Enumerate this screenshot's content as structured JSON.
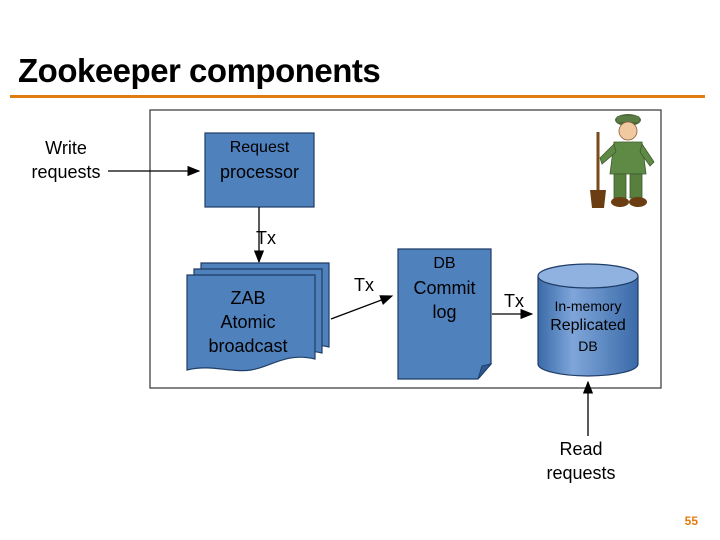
{
  "slide": {
    "title": "Zookeeper components",
    "page_number": "55",
    "accent_color": "#e07b10"
  },
  "diagram": {
    "write_requests": "Write requests",
    "request_processor": {
      "line1": "Request",
      "line2": "processor"
    },
    "tx_top": "Tx",
    "zab": {
      "line1": "ZAB",
      "line2": "Atomic",
      "line3": "broadcast"
    },
    "tx_middle": "Tx",
    "commit_log": {
      "line1": "DB",
      "line2": "Commit",
      "line3": "log"
    },
    "tx_right": "Tx",
    "replicated_db": {
      "line1": "In-memory",
      "line2": "Replicated",
      "line3": "DB"
    },
    "read_requests": {
      "line1": "Read",
      "line2": "requests"
    },
    "colors": {
      "box_fill": "#4f81bd",
      "arrow": "#000000"
    },
    "mascot_icon": "zookeeper-figure-icon"
  }
}
